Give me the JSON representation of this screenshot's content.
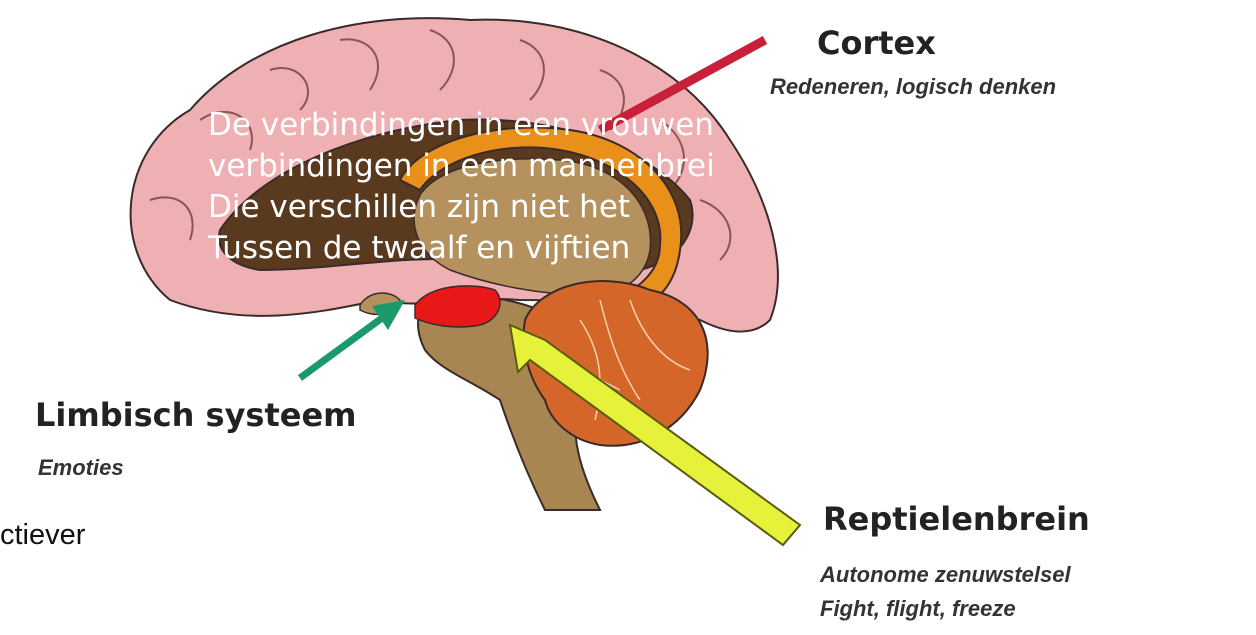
{
  "labels": {
    "cortex": {
      "title": "Cortex",
      "subtitle": "Redeneren, logisch denken"
    },
    "limbic": {
      "title": "Limbisch systeem",
      "subtitle": "Emoties"
    },
    "reptile": {
      "title": "Reptielenbrein",
      "subtitle_1": "Autonome zenuwstelsel",
      "subtitle_2": "Fight, flight, freeze"
    }
  },
  "overlay_text": {
    "line1": "De verbindingen in een vrouwenbrein",
    "line2": "verbindingen in een mannenbrein",
    "line3": "Die verschillen zijn niet het",
    "line4": "Tussen de twaalf en vijftien"
  },
  "background_fragment": "ctiever",
  "colors": {
    "cortex": "#eeb0b2",
    "cortex_outline": "#3a2a2a",
    "inner_dark": "#5a3a1e",
    "cingulate": "#e8901a",
    "brainstem": "#a88652",
    "cerebellum": "#d4662a",
    "limbic_red": "#e81818",
    "arrow_cortex": "#c8203a",
    "arrow_limbic": "#1a9a6a",
    "arrow_reptile": "#e6f23a"
  }
}
